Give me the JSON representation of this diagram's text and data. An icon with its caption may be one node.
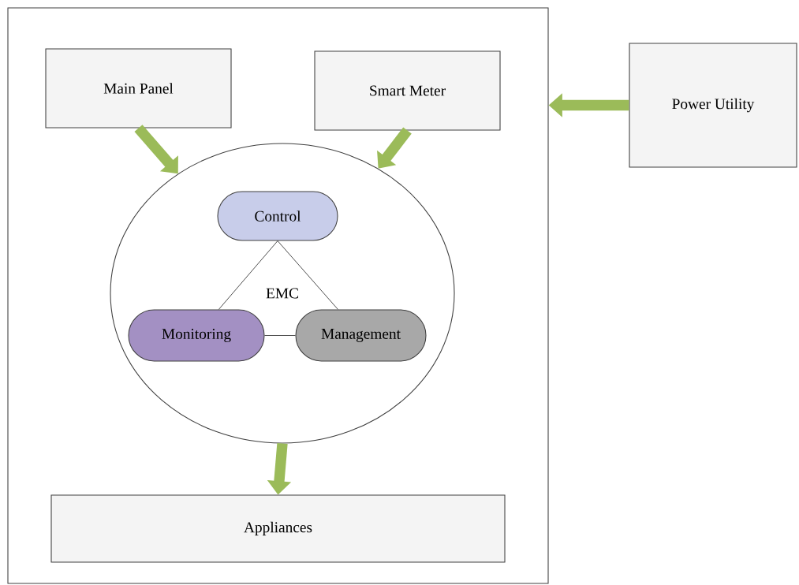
{
  "diagram": {
    "nodes": [
      {
        "text": [],
        "shape": "box"
      },
      {
        "text": [
          "Main Panel"
        ],
        "in": 0
      },
      {
        "text": [
          "Smart Meter"
        ],
        "in": 0
      },
      {
        "text": [
          "Power Utility"
        ]
      },
      {
        "text": [
          "EMC"
        ],
        "in": 0
      },
      {
        "text": [
          "Control"
        ],
        "in": 4
      },
      {
        "text": [
          "Monitoring"
        ],
        "in": 4
      },
      {
        "text": [
          "Management"
        ],
        "in": 4
      },
      {
        "text": [
          "Appliances"
        ],
        "in": 0
      }
    ],
    "edges": [
      {
        "from": 3,
        "to": 0,
        "arrow": "to"
      },
      {
        "from": 1,
        "to": 4,
        "arrow": "to"
      },
      {
        "from": 2,
        "to": 4,
        "arrow": "to"
      },
      {
        "from": 4,
        "to": 8,
        "arrow": "to"
      },
      {
        "from": 5,
        "to": 6,
        "arrow": "none",
        "color": "#404040"
      },
      {
        "from": 5,
        "to": 7,
        "arrow": "none",
        "color": "#404040"
      },
      {
        "from": 6,
        "to": 7,
        "arrow": "none",
        "color": "#404040"
      }
    ]
  }
}
